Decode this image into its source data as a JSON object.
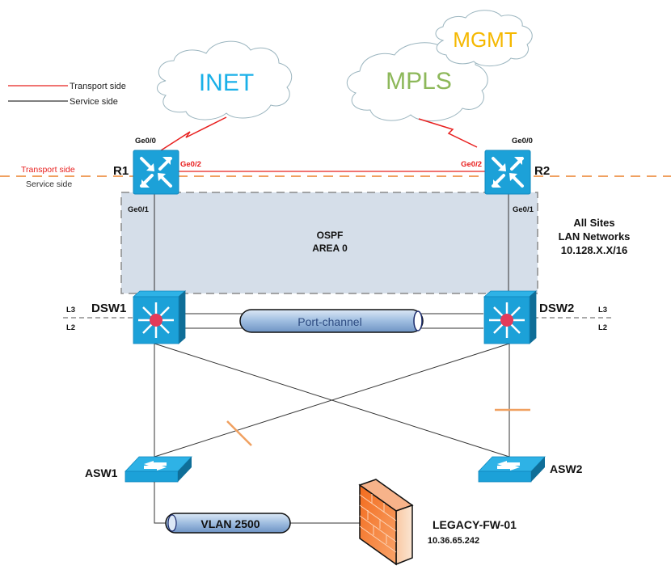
{
  "legend": {
    "transport_label": "Transport side",
    "service_label": "Service side",
    "transport_color": "#e8201f",
    "service_color": "#333333"
  },
  "boundary": {
    "transport_label": "Transport side",
    "service_label": "Service side",
    "color": "#f0a060"
  },
  "clouds": {
    "inet": {
      "label": "INET",
      "color": "#1ab0e8"
    },
    "mpls": {
      "label": "MPLS",
      "color": "#8db85a"
    },
    "mgmt": {
      "label": "MGMT",
      "color": "#f5b800"
    }
  },
  "routers": {
    "r1": {
      "name": "R1",
      "wan_port": "Ge0/0",
      "cross_port": "Ge0/2",
      "lan_port": "Ge0/1"
    },
    "r2": {
      "name": "R2",
      "wan_port": "Ge0/0",
      "cross_port": "Ge0/2",
      "lan_port": "Ge0/1"
    }
  },
  "ospf": {
    "line1": "OSPF",
    "line2": "AREA 0",
    "fill": "#d5dee9"
  },
  "lan_networks": {
    "line1": "All Sites",
    "line2": "LAN Networks",
    "line3": "10.128.X.X/16"
  },
  "distribution": {
    "dsw1": {
      "name": "DSW1",
      "l3": "L3",
      "l2": "L2"
    },
    "dsw2": {
      "name": "DSW2",
      "l3": "L3",
      "l2": "L2"
    },
    "port_channel": "Port-channel"
  },
  "access": {
    "asw1": {
      "name": "ASW1"
    },
    "asw2": {
      "name": "ASW2"
    }
  },
  "vlan_link": "VLAN 2500",
  "firewall": {
    "name": "LEGACY-FW-01",
    "ip": "10.36.65.242"
  },
  "colors": {
    "device_blue": "#1ca1d8",
    "device_blue_dark": "#0f6e98",
    "blocked_port": "#f0a060",
    "pipe_fill": "#a9c4e4",
    "pipe_stroke": "#1a1a1a"
  }
}
